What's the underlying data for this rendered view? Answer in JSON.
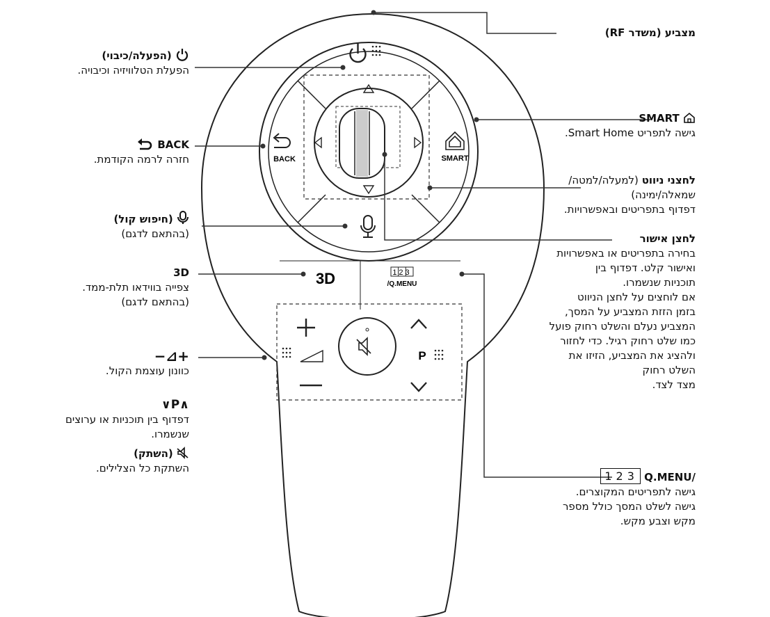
{
  "top_clip": "",
  "remote_labels": {
    "back": "BACK",
    "smart": "SMART",
    "three_d": "3D",
    "qmenu_nums": "123",
    "qmenu": "/Q.MENU",
    "channel": "P"
  },
  "annotations": {
    "pointer": {
      "title": "מצביע (משדר RF)"
    },
    "power": {
      "title": "(הפעלה/כיבוי)",
      "lines": [
        "הפעלת הטלוויזיה וכיבויה."
      ]
    },
    "back": {
      "title": "BACK",
      "lines": [
        "חזרה לרמה הקודמת."
      ]
    },
    "voice": {
      "title": "(חיפוש קול)",
      "lines": [
        "(בהתאם לדגם)"
      ]
    },
    "three_d": {
      "title": "3D",
      "lines": [
        "צפייה בווידאו תלת-ממד.",
        "(בהתאם לדגם)"
      ]
    },
    "volume": {
      "title": "−⊿+",
      "lines": [
        "כוונון עוצמת הקול."
      ]
    },
    "channel": {
      "title": "∨P∧",
      "lines": [
        "דפדוף בין תוכניות או ערוצים",
        "שנשמרו."
      ]
    },
    "mute": {
      "title": "(השתק)",
      "lines": [
        "השתקת כל הצלילים."
      ]
    },
    "smart": {
      "title": "SMART",
      "lines": [
        "גישה לתפריט Smart Home."
      ]
    },
    "nav": {
      "title": "לחצני ניווט",
      "title_rest": " (למעלה/למטה/",
      "lines": [
        "שמאלה/ימינה)",
        "דפדוף בתפריטים ובאפשרויות."
      ]
    },
    "ok": {
      "title": "לחצן אישור",
      "lines": [
        "בחירה בתפריטים או באפשרויות",
        "ואישור קלט. דפדוף בין",
        "תוכניות שנשמרו.",
        "אם לוחצים על לחצן הניווט",
        "בזמן הזזת המצביע על המסך,",
        "המצביע נעלם והשלט רחוק פועל",
        "כמו שלט רחוק רגיל. כדי לחזור",
        "ולהציג את המצביע, הזיזו את",
        "השלט רחוק",
        "מצד לצד."
      ]
    },
    "qmenu": {
      "title": "Q.MENU/",
      "nums": "123",
      "lines": [
        "גישה לתפריטים המקוצרים.",
        "גישה לשלט המסך כולל מספר",
        "מקש וצבע מקש."
      ]
    }
  }
}
